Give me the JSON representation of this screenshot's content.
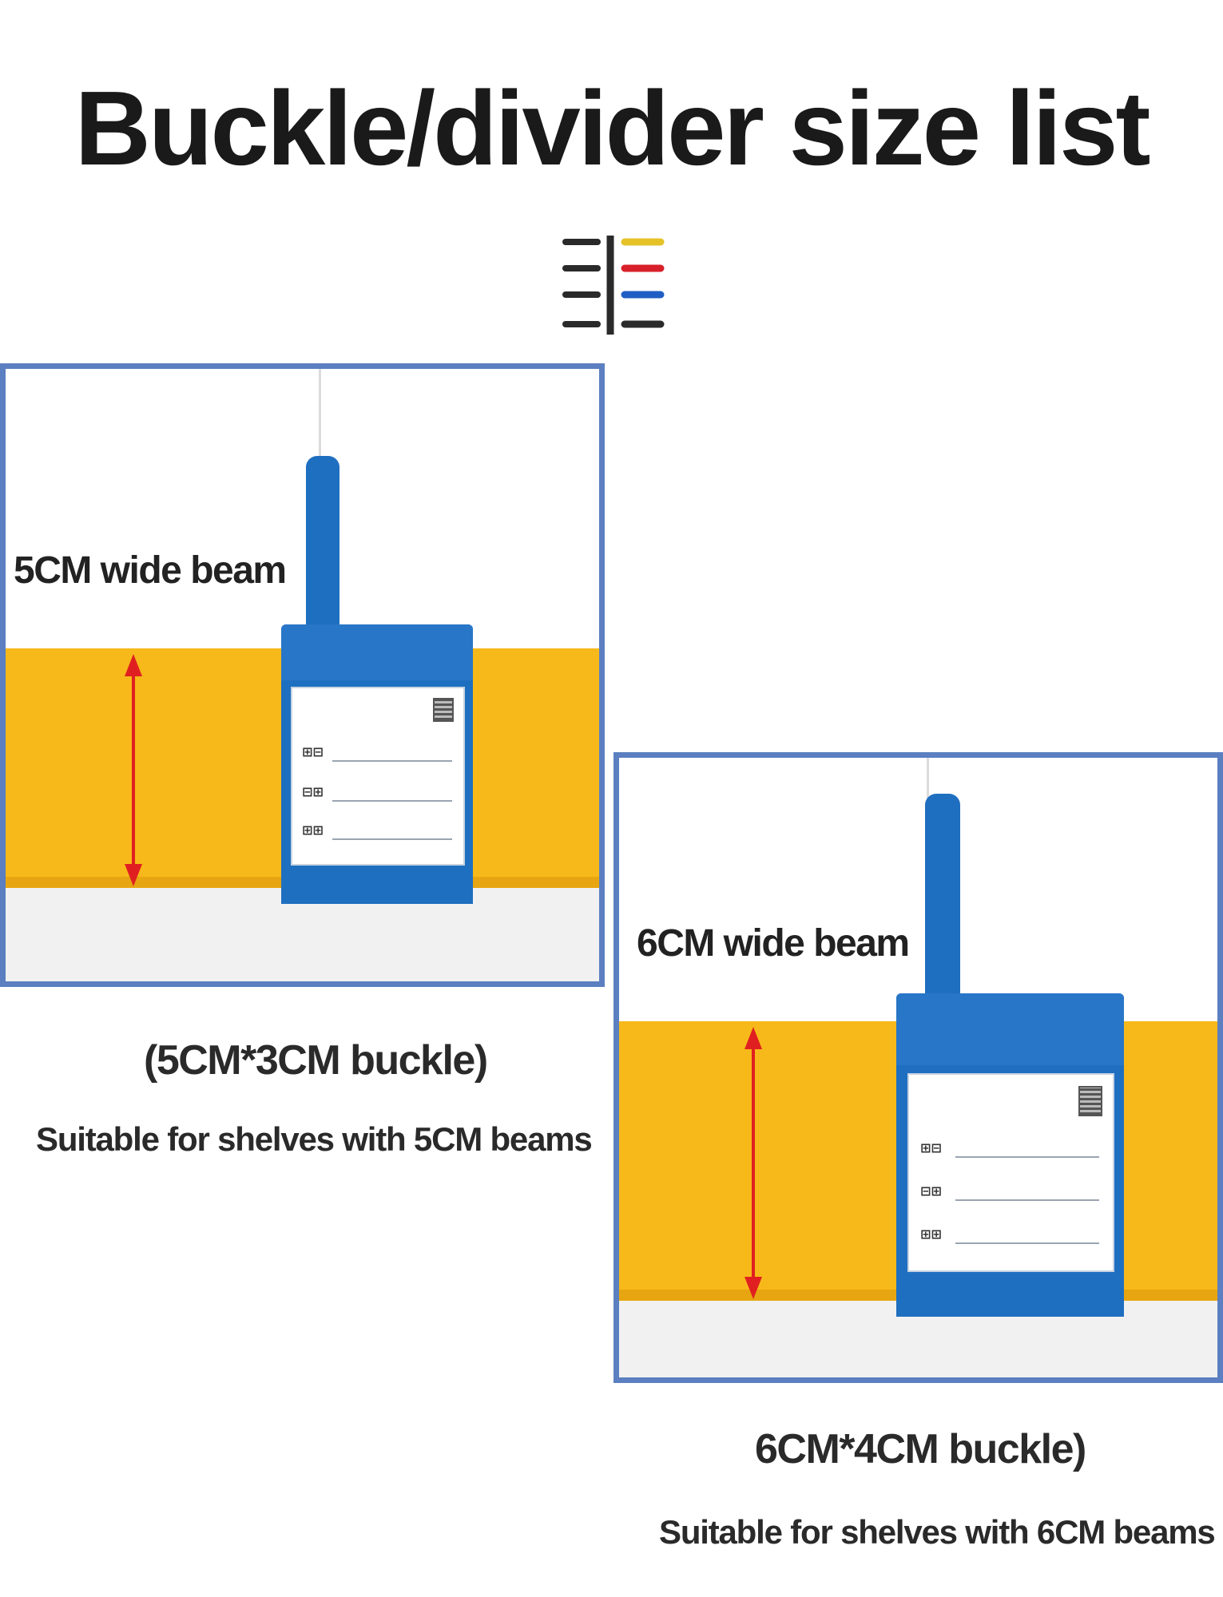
{
  "title": "Buckle/divider size list",
  "colors": {
    "beam": "#f7b91a",
    "hook": "#1f6fc0",
    "frame": "#5b7fc0",
    "arrow": "#e02020",
    "logo_yellow": "#e6c229",
    "logo_red": "#d8202a",
    "logo_blue": "#1f5fc4",
    "logo_dark": "#2a2a2a"
  },
  "logo_icon": "bars-logo-icon",
  "left": {
    "beam_label": "5CM wide beam",
    "caption_title": "(5CM*3CM buckle)",
    "caption_desc": "Suitable for shelves with 5CM beams"
  },
  "right": {
    "beam_label": "6CM wide beam",
    "caption_title": "6CM*4CM buckle)",
    "caption_desc": "Suitable for shelves with 6CM beams"
  }
}
